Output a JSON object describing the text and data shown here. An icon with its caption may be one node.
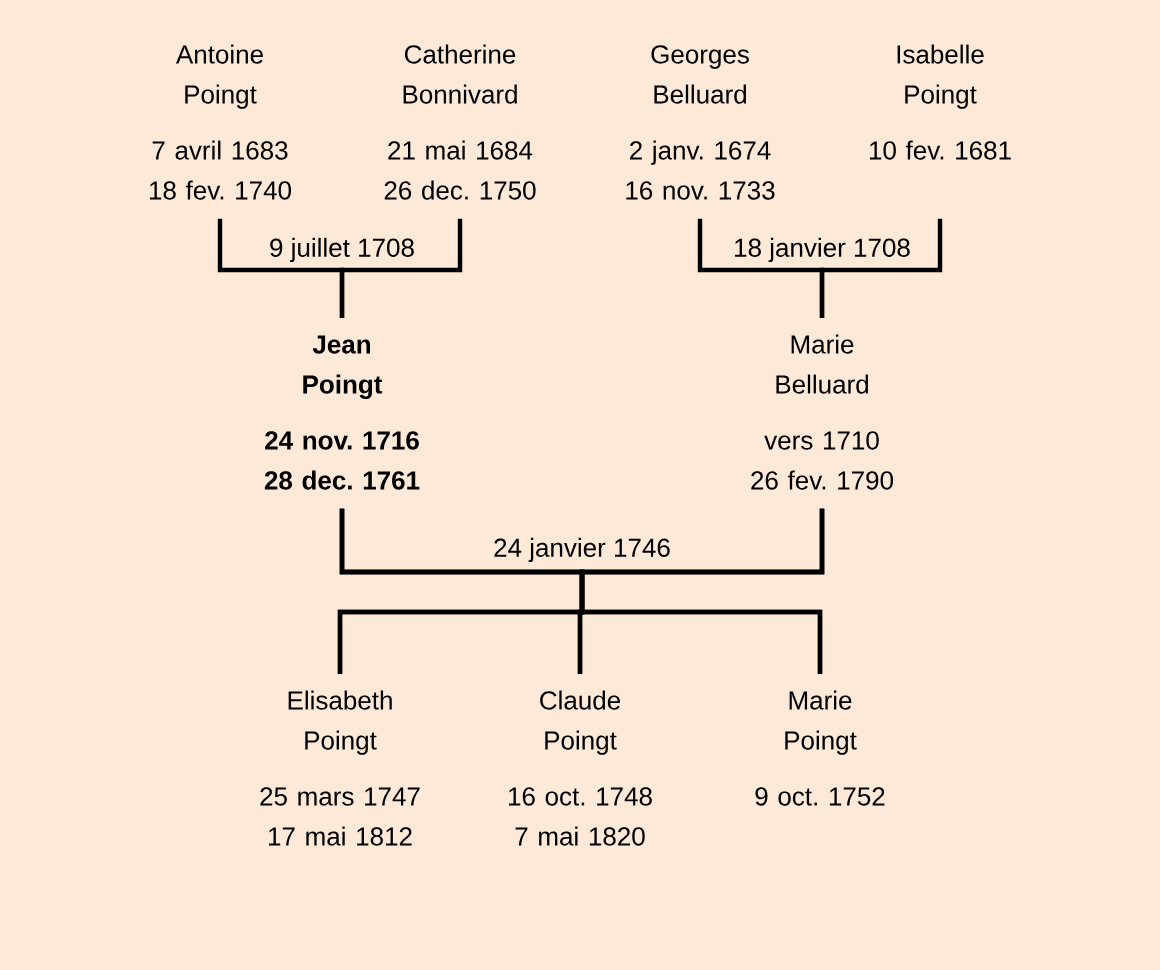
{
  "diagram": {
    "nodes": [
      {
        "text": [
          "Antoine Poingt",
          "7 avril 1683",
          "18 fev. 1740"
        ]
      },
      {
        "text": [
          "Catherine Bonnivard",
          "21 mai 1684",
          "26 dec. 1750"
        ]
      },
      {
        "text": [
          "Georges Belluard",
          "2 janv. 1674",
          "16 nov. 1733"
        ]
      },
      {
        "text": [
          "Isabelle Poingt",
          "10 fev. 1681"
        ]
      },
      {
        "text": [
          "Jean Poingt",
          "24 nov. 1716",
          "28 dec. 1761"
        ]
      },
      {
        "text": [
          "Marie Belluard",
          "vers 1710",
          "26 fev. 1790"
        ]
      },
      {
        "text": [
          "Elisabeth Poingt",
          "25 mars 1747",
          "17 mai 1812"
        ]
      },
      {
        "text": [
          "Claude Poingt",
          "16 oct. 1748",
          "7 mai 1820"
        ]
      },
      {
        "text": [
          "Marie Poingt",
          "9 oct. 1752"
        ]
      }
    ],
    "edges": [
      {
        "from": 0,
        "to": 4,
        "arrow": "none",
        "label": "9 juillet 1708"
      },
      {
        "from": 1,
        "to": 4,
        "arrow": "none"
      },
      {
        "from": 2,
        "to": 5,
        "arrow": "none",
        "label": "18 janvier 1708"
      },
      {
        "from": 3,
        "to": 5,
        "arrow": "none"
      },
      {
        "from": 4,
        "to": 6,
        "arrow": "none",
        "label": "24 janvier 1746"
      },
      {
        "from": 4,
        "to": 7,
        "arrow": "none"
      },
      {
        "from": 4,
        "to": 8,
        "arrow": "none"
      },
      {
        "from": 5,
        "to": 6,
        "arrow": "none"
      },
      {
        "from": 5,
        "to": 7,
        "arrow": "none"
      },
      {
        "from": 5,
        "to": 8,
        "arrow": "none"
      }
    ]
  }
}
